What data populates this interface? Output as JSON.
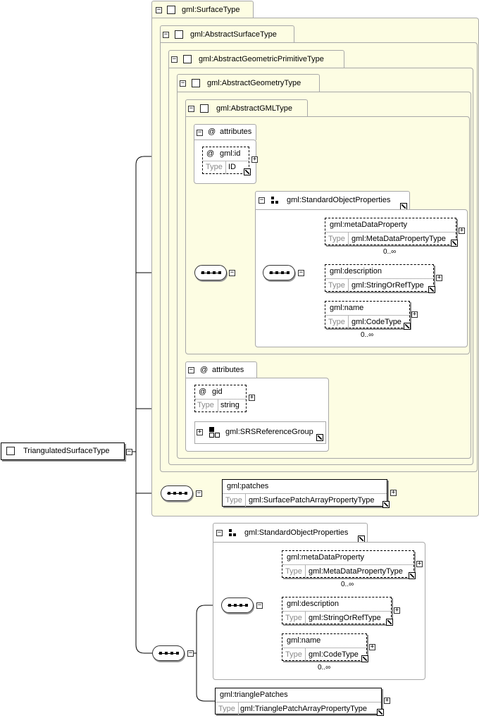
{
  "root": {
    "name": "TriangulatedSurfaceType"
  },
  "surface_type": {
    "label": "gml:SurfaceType"
  },
  "abstract_surface_type": {
    "label": "gml:AbstractSurfaceType"
  },
  "abstract_geometric_primitive_type": {
    "label": "gml:AbstractGeometricPrimitiveType"
  },
  "abstract_geometry_type": {
    "label": "gml:AbstractGeometryType"
  },
  "abstract_gml_type": {
    "label": "gml:AbstractGMLType"
  },
  "attributes_label": "attributes",
  "at_symbol": "@",
  "type_key": "Type",
  "multiplicity": "0..∞",
  "gml_id": {
    "name": "gml:id",
    "type": "ID"
  },
  "standard_object_properties": {
    "label": "gml:StandardObjectProperties",
    "meta_data_property": {
      "name": "gml:metaDataProperty",
      "type": "gml:MetaDataPropertyType"
    },
    "description": {
      "name": "gml:description",
      "type": "gml:StringOrRefType"
    },
    "name_elem": {
      "name": "gml:name",
      "type": "gml:CodeType"
    }
  },
  "gid": {
    "name": "gid",
    "type": "string"
  },
  "srs_reference_group": {
    "label": "gml:SRSReferenceGroup"
  },
  "patches": {
    "name": "gml:patches",
    "type": "gml:SurfacePatchArrayPropertyType"
  },
  "triangle_patches": {
    "name": "gml:trianglePatches",
    "type": "gml:TrianglePatchArrayPropertyType"
  },
  "colors": {
    "frame_fill": "#fdfde3",
    "frame_border": "#a8a8a8"
  }
}
